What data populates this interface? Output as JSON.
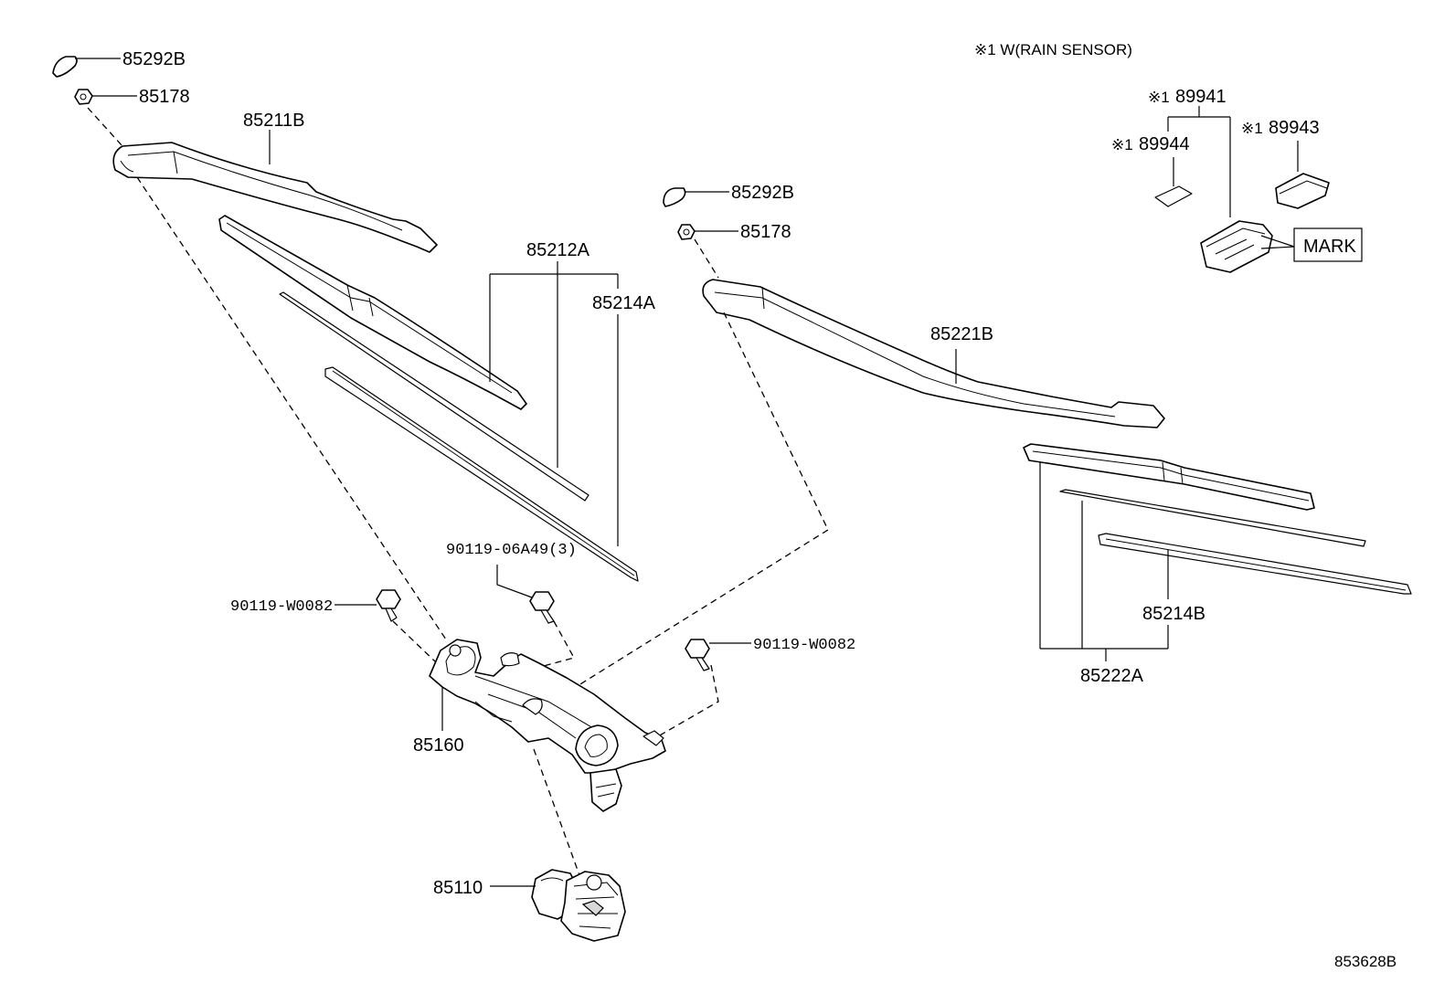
{
  "note": "※1 W(RAIN SENSOR)",
  "diagram_id": "853628B",
  "callouts": {
    "cap_left": "85292B",
    "nut_left": "85178",
    "arm_left": "85211B",
    "blade_left": "85212A",
    "rubber_left": "85214A",
    "cap_right": "85292B",
    "nut_right": "85178",
    "arm_right": "85221B",
    "rubber_right": "85214B",
    "blade_right": "85222A",
    "bolt_small": "90119-06A49(3)",
    "bolt_left": "90119-W0082",
    "bolt_right": "90119-W0082",
    "linkage": "85160",
    "motor": "85110",
    "sensor_prefix_1": "※1",
    "sensor": "89941",
    "sensor_prefix_2": "※1",
    "sensor_pad": "89944",
    "sensor_prefix_3": "※1",
    "sensor_cover": "89943",
    "mark": "MARK"
  }
}
